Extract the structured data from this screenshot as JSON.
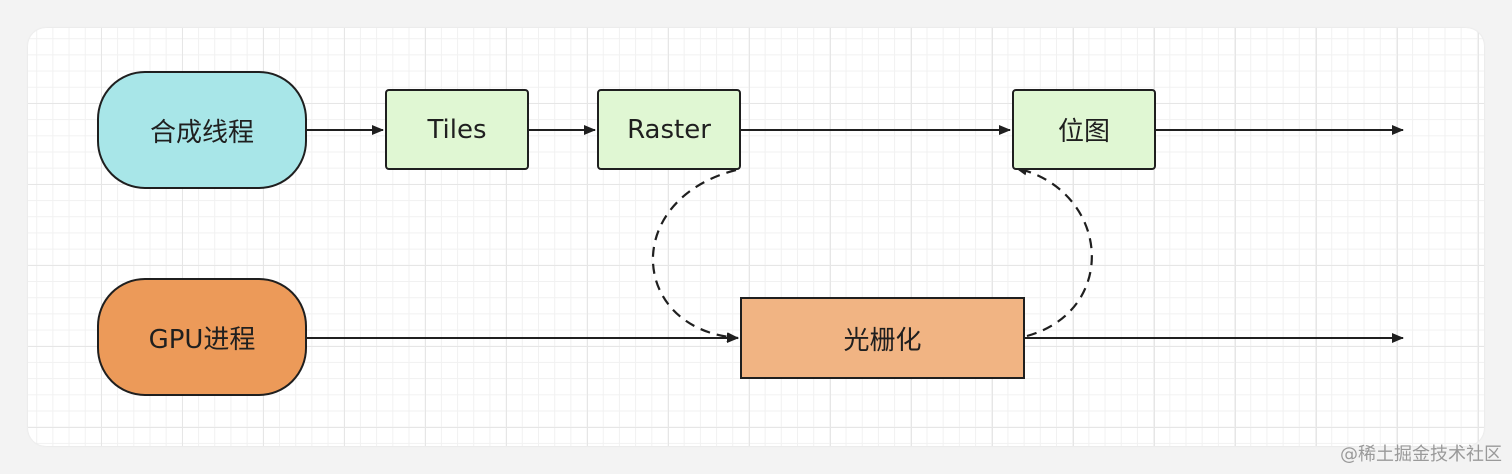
{
  "nodes": {
    "compositor": {
      "label": "合成线程",
      "color": "#a8e6e8"
    },
    "tiles": {
      "label": "Tiles",
      "color": "#e0f7d3"
    },
    "raster": {
      "label": "Raster",
      "color": "#e0f7d3"
    },
    "bitmap": {
      "label": "位图",
      "color": "#e0f7d3"
    },
    "gpu": {
      "label": "GPU进程",
      "color": "#ec9a59"
    },
    "rasterize": {
      "label": "光栅化",
      "color": "#f1b483"
    }
  },
  "watermark": "@稀土掘金技术社区"
}
